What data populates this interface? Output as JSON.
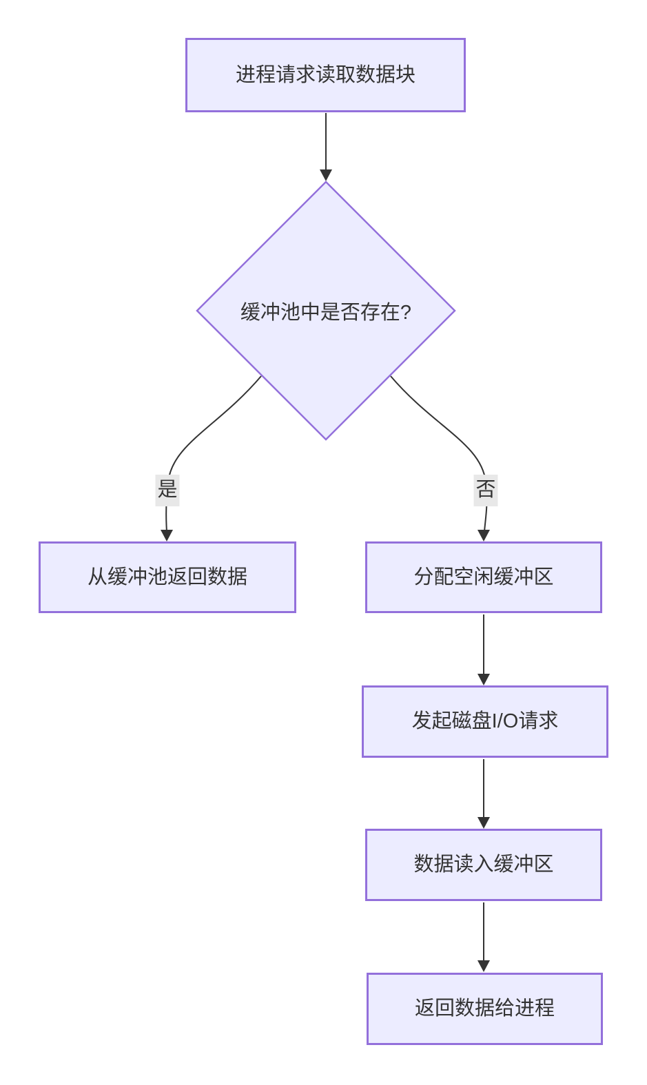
{
  "diagram_type": "flowchart",
  "nodes": {
    "request": {
      "label": "进程请求读取数据块",
      "shape": "rect"
    },
    "decision": {
      "label": "缓冲池中是否存在?",
      "shape": "diamond"
    },
    "return_from_pool": {
      "label": "从缓冲池返回数据",
      "shape": "rect"
    },
    "allocate": {
      "label": "分配空闲缓冲区",
      "shape": "rect"
    },
    "disk_io": {
      "label": "发起磁盘I/O请求",
      "shape": "rect"
    },
    "read_into_buffer": {
      "label": "数据读入缓冲区",
      "shape": "rect"
    },
    "return_to_process": {
      "label": "返回数据给进程",
      "shape": "rect"
    }
  },
  "edges": [
    {
      "from": "进程请求读取数据块",
      "to": "缓冲池中是否存在?",
      "label": ""
    },
    {
      "from": "缓冲池中是否存在?",
      "to": "从缓冲池返回数据",
      "label": "是"
    },
    {
      "from": "缓冲池中是否存在?",
      "to": "分配空闲缓冲区",
      "label": "否"
    },
    {
      "from": "分配空闲缓冲区",
      "to": "发起磁盘I/O请求",
      "label": ""
    },
    {
      "from": "发起磁盘I/O请求",
      "to": "数据读入缓冲区",
      "label": ""
    },
    {
      "from": "数据读入缓冲区",
      "to": "返回数据给进程",
      "label": ""
    }
  ],
  "colors": {
    "node_fill": "#ECECFF",
    "node_border": "#9370DB",
    "edge": "#333333",
    "text": "#333333",
    "edge_label_bg": "#e8e8e8",
    "background": "#ffffff"
  }
}
